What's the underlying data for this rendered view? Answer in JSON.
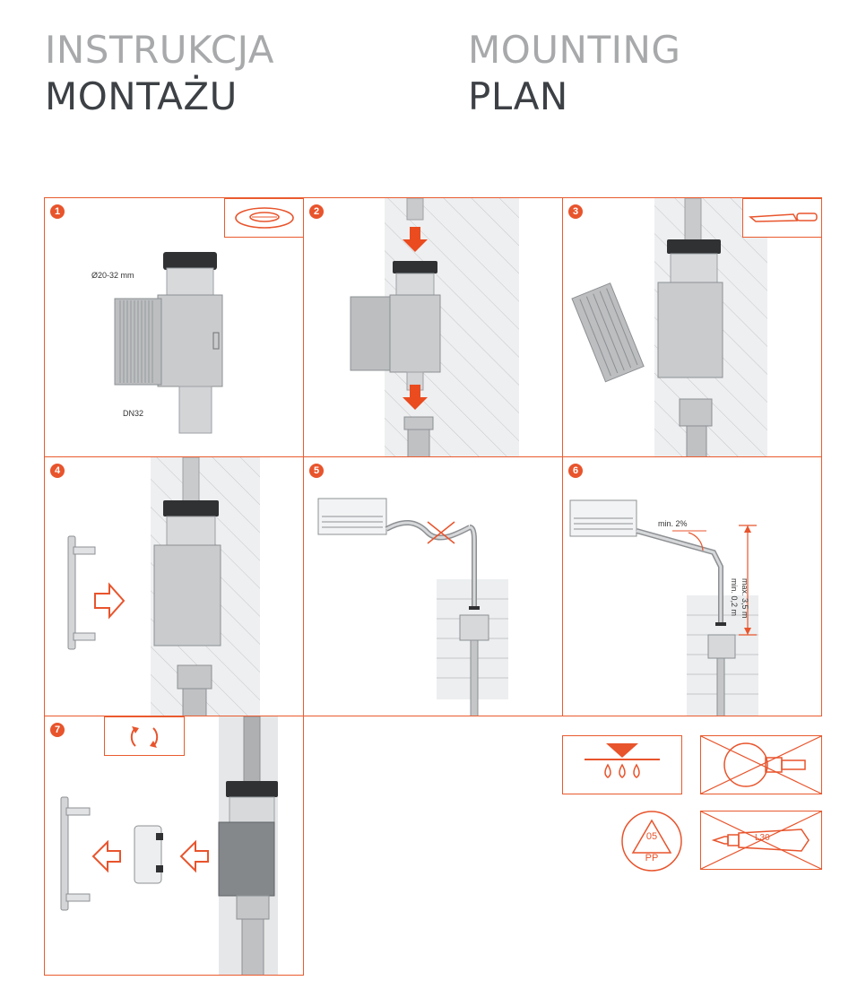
{
  "header": {
    "pl_line1": "INSTRUKCJA",
    "pl_line2": "MONTAŻU",
    "en_line1": "MOUNTING",
    "en_line2": "PLAN"
  },
  "steps": [
    {
      "number": "1",
      "label_diameter": "Ø20-32 mm",
      "label_dn": "DN32"
    },
    {
      "number": "2"
    },
    {
      "number": "3"
    },
    {
      "number": "4"
    },
    {
      "number": "5"
    },
    {
      "number": "6",
      "label_slope": "min. 2%",
      "label_min_height": "min. 0,2 m",
      "label_max_height": "max. 3,5 m"
    },
    {
      "number": "7"
    }
  ],
  "symbols": {
    "recycling_code": "05",
    "recycling_material": "PP",
    "tube_label": "L30"
  },
  "colors": {
    "accent": "#e8542c",
    "gray_text": "#a7a9ab",
    "dark_text": "#3d4145"
  }
}
